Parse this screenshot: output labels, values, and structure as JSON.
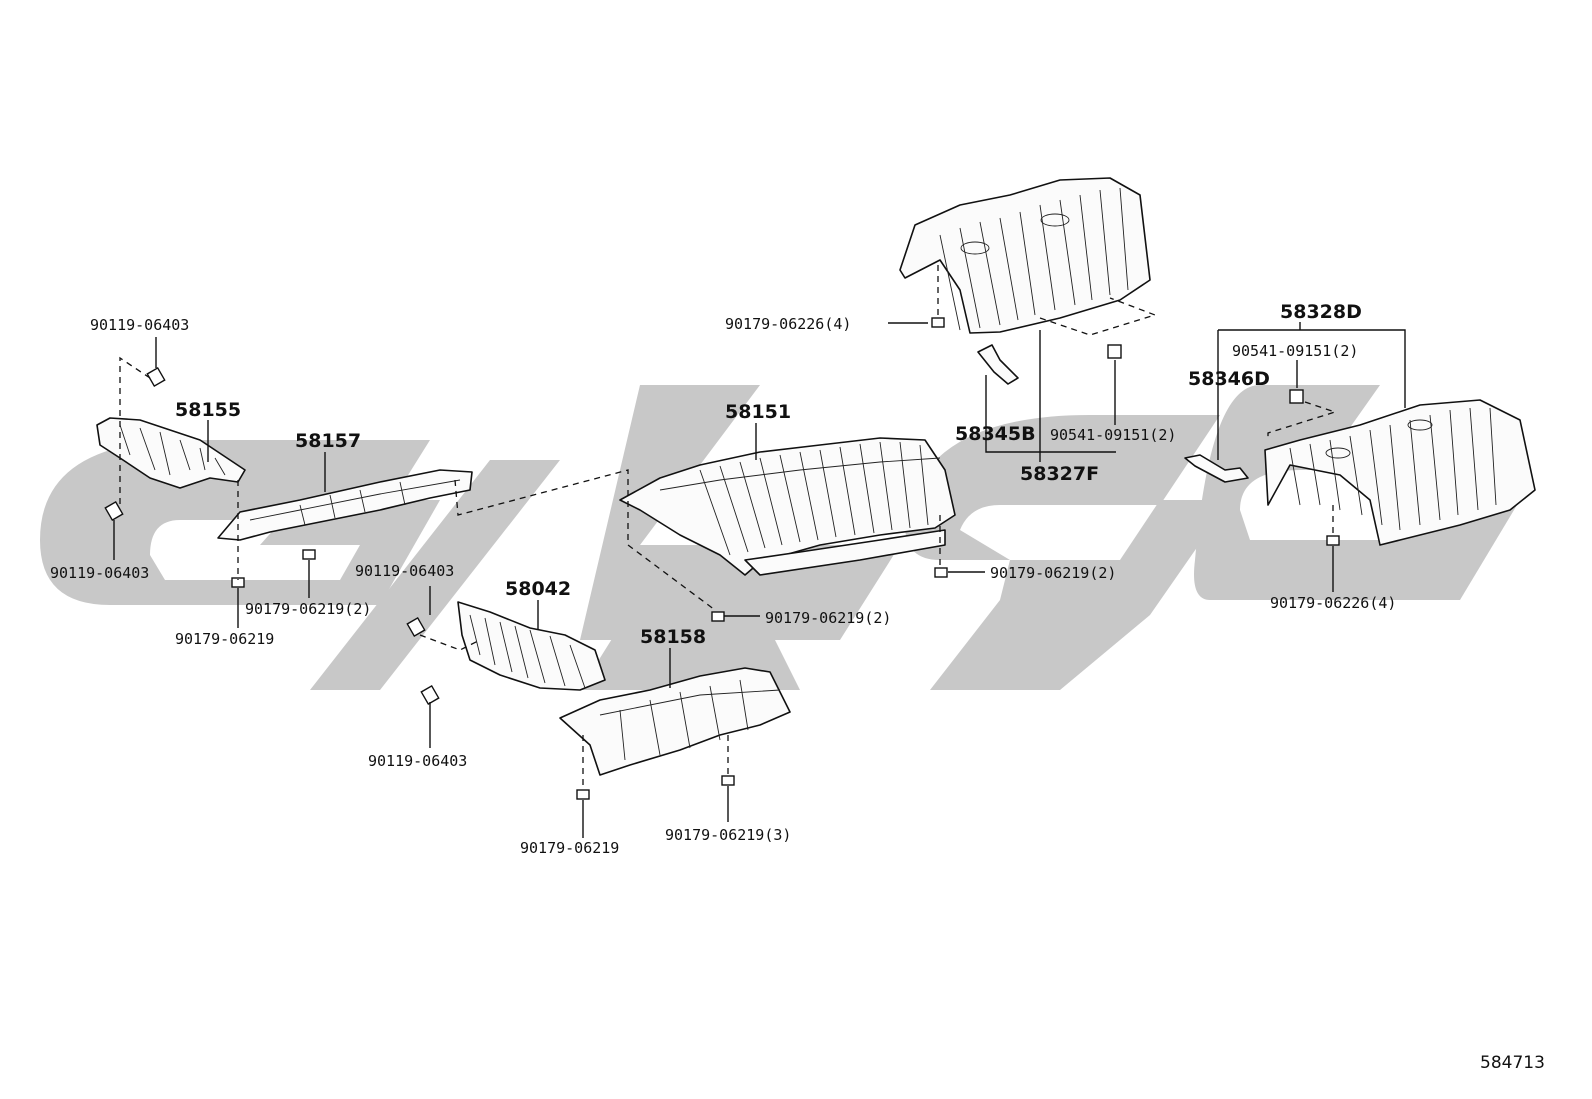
{
  "figure_id": "584713",
  "parts": {
    "p58155": "58155",
    "p58157": "58157",
    "p58151": "58151",
    "p58042": "58042",
    "p58158": "58158",
    "p58345B": "58345B",
    "p58327F": "58327F",
    "p58346D": "58346D",
    "p58328D": "58328D"
  },
  "fasteners": {
    "bolt_top_left": "90119-06403",
    "bolt_left_lower": "90119-06403",
    "bolt_mid": "90119-06403",
    "bolt_mid_lower": "90119-06403",
    "nut_58157_a": "90179-06219(2)",
    "nut_58157_b": "90179-06219",
    "nut_58151_right": "90179-06219(2)",
    "nut_58151_bottom": "90179-06219(2)",
    "nut_58158_a": "90179-06219",
    "nut_58158_b": "90179-06219(3)",
    "nut_top_cover": "90179-06226(4)",
    "clip_58327F": "90541-09151(2)",
    "clip_58328D": "90541-09151(2)",
    "nut_58328D": "90179-06226(4)"
  },
  "colors": {
    "watermark": "#c8c8c8",
    "line": "#111111"
  }
}
